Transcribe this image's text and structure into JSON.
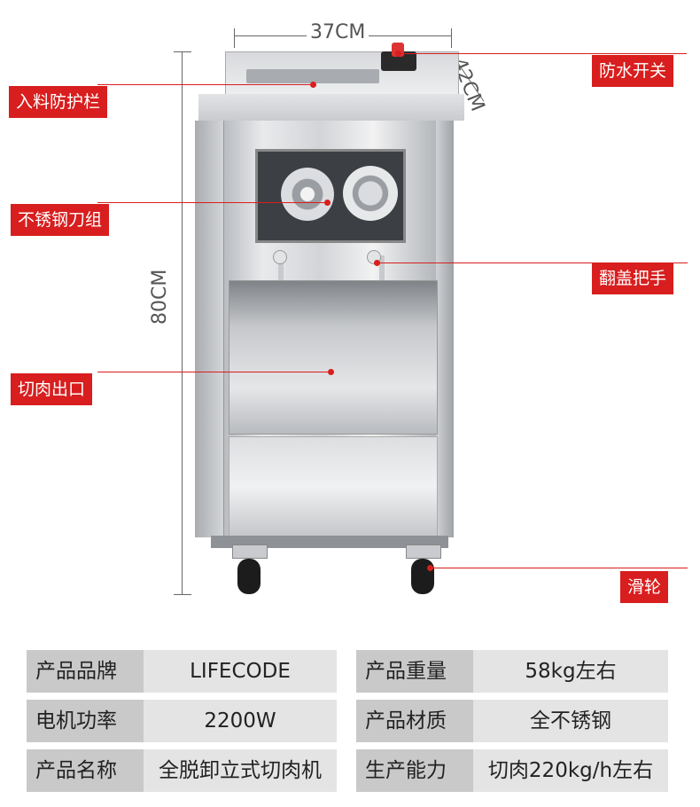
{
  "dimensions": {
    "width": "37CM",
    "depth": "42CM",
    "height": "80CM"
  },
  "callouts": {
    "feed_guard": "入料防护栏",
    "waterproof_switch": "防水开关",
    "blade_set": "不锈钢刀组",
    "lid_handle": "翻盖把手",
    "meat_outlet": "切肉出口",
    "casters": "滑轮"
  },
  "specs": [
    {
      "label": "产品品牌",
      "value": "LIFECODE"
    },
    {
      "label": "产品重量",
      "value": "58kg左右"
    },
    {
      "label": "电机功率",
      "value": "2200W"
    },
    {
      "label": "产品材质",
      "value": "全不锈钢"
    },
    {
      "label": "产品名称",
      "value": "全脱卸立式切肉机"
    },
    {
      "label": "生产能力",
      "value": "切肉220kg/h左右"
    }
  ],
  "colors": {
    "accent": "#d81e1e"
  }
}
